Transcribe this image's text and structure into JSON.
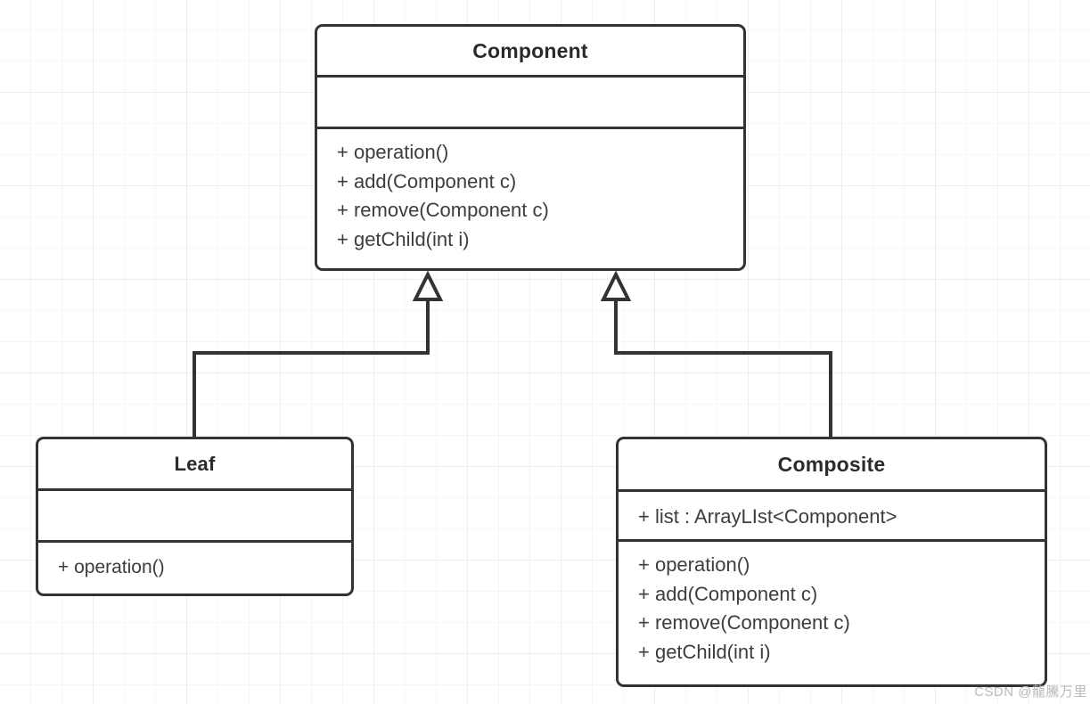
{
  "diagram": {
    "type": "uml-class-diagram",
    "pattern": "Composite",
    "stroke_color": "#333333",
    "text_color": "#3d3d3d",
    "title_color": "#2b2b2b",
    "background_color": "#ffffff",
    "grid_minor_color": "#f6f6f6",
    "grid_major_color": "#ededed"
  },
  "classes": {
    "component": {
      "name": "Component",
      "attributes": [],
      "operations": [
        "+ operation()",
        "+ add(Component c)",
        "+ remove(Component c)",
        "+ getChild(int i)"
      ]
    },
    "leaf": {
      "name": "Leaf",
      "attributes": [],
      "operations": [
        "+ operation()"
      ]
    },
    "composite": {
      "name": "Composite",
      "attributes": [
        "+ list : ArrayLIst<Component>"
      ],
      "operations": [
        "+ operation()",
        "+ add(Component c)",
        "+ remove(Component c)",
        "+ getChild(int i)"
      ]
    }
  },
  "relationships": [
    {
      "kind": "generalization",
      "from": "Leaf",
      "to": "Component",
      "arrowhead": "hollow-triangle"
    },
    {
      "kind": "generalization",
      "from": "Composite",
      "to": "Component",
      "arrowhead": "hollow-triangle"
    }
  ],
  "watermark": {
    "text": "CSDN @龍騰万里"
  }
}
